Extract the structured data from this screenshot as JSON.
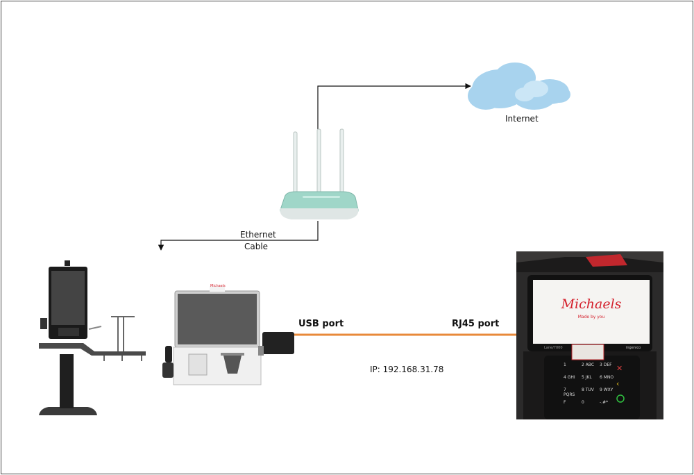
{
  "labels": {
    "internet": "Internet",
    "ethernet_line1": "Ethernet",
    "ethernet_line2": "Cable",
    "usb_port": "USB port",
    "rj45_port": "RJ45 port",
    "ip": "IP: 192.168.31.78"
  },
  "terminal": {
    "brand": "Michaels",
    "tagline": "Made by you",
    "model": "Lane/7000",
    "maker": "ingenico",
    "keypad": [
      "1",
      "2 ABC",
      "3 DEF",
      "4 GHI",
      "5 JKL",
      "6 MNO",
      "7 PQRS",
      "8 TUV",
      "9 WXY",
      "F",
      "0",
      "-.#*"
    ]
  },
  "kiosk": {
    "brand": "Michaels"
  },
  "colors": {
    "usb_cable": "#e8893a",
    "cloud": "#a8d3ee",
    "router": "#9fd6c8",
    "brand_red": "#d4202c"
  }
}
